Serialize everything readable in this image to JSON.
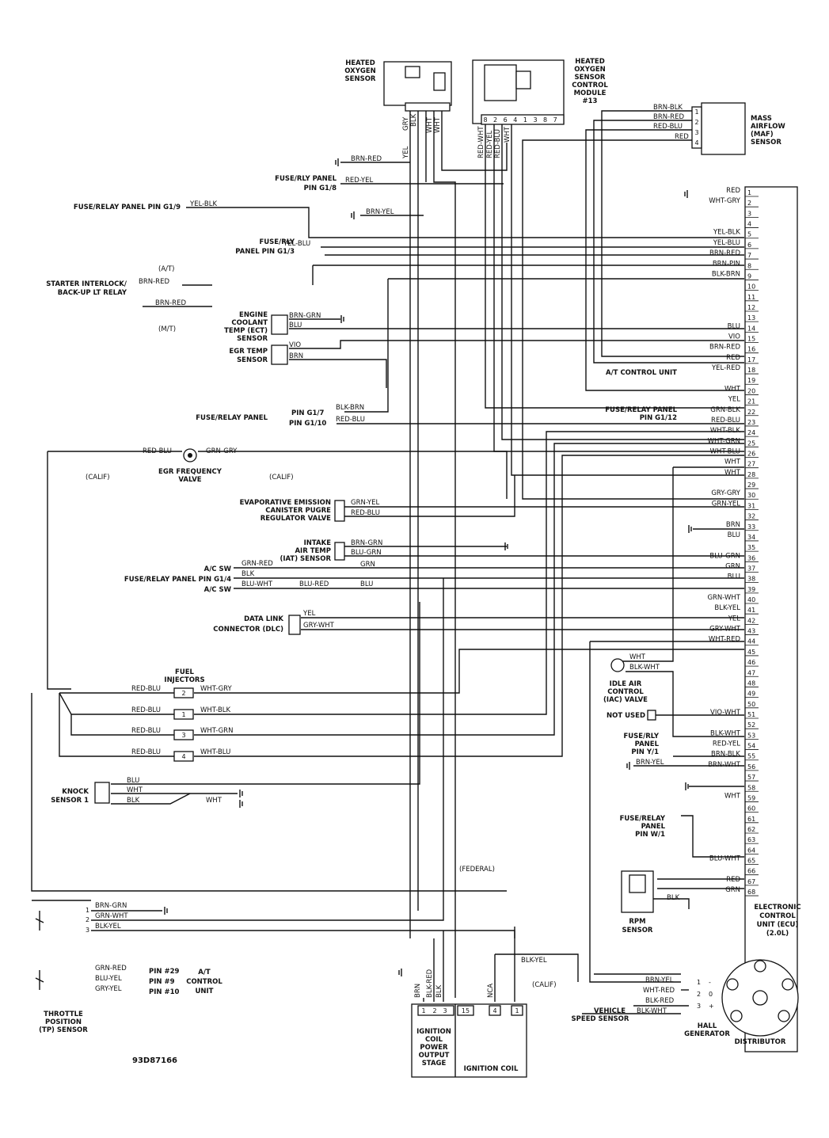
{
  "diagram_code": "93D87166",
  "ecu": {
    "label_lines": [
      "ELECTRONIC",
      "CONTROL",
      "UNIT (ECU)",
      "(2.0L)"
    ],
    "pin_count": 68,
    "wires": [
      {
        "pin": 1,
        "color": "RED"
      },
      {
        "pin": 2,
        "color": "WHT-GRY"
      },
      {
        "pin": 5,
        "color": "YEL-BLK"
      },
      {
        "pin": 6,
        "color": "YEL-BLU"
      },
      {
        "pin": 7,
        "color": "BRN-RED"
      },
      {
        "pin": 8,
        "color": "BRN-PIN"
      },
      {
        "pin": 9,
        "color": "BLK-BRN"
      },
      {
        "pin": 14,
        "color": "BLU"
      },
      {
        "pin": 15,
        "color": "VIO"
      },
      {
        "pin": 16,
        "color": "BRN-RED"
      },
      {
        "pin": 17,
        "color": "RED"
      },
      {
        "pin": 18,
        "color": "YEL-RED"
      },
      {
        "pin": 20,
        "color": "WHT"
      },
      {
        "pin": 21,
        "color": "YEL"
      },
      {
        "pin": 22,
        "color": "GRN-BLK"
      },
      {
        "pin": 23,
        "color": "RED-BLU"
      },
      {
        "pin": 24,
        "color": "WHT-BLK"
      },
      {
        "pin": 25,
        "color": "WHT-GRN"
      },
      {
        "pin": 26,
        "color": "WHT-BLU"
      },
      {
        "pin": 27,
        "color": "WHT"
      },
      {
        "pin": 28,
        "color": "WHT"
      },
      {
        "pin": 30,
        "color": "GRY-GRY"
      },
      {
        "pin": 31,
        "color": "GRN-YEL"
      },
      {
        "pin": 33,
        "color": "BRN"
      },
      {
        "pin": 34,
        "color": "BLU"
      },
      {
        "pin": 36,
        "color": "BLU-GRN"
      },
      {
        "pin": 37,
        "color": "GRN"
      },
      {
        "pin": 38,
        "color": "BLU"
      },
      {
        "pin": 40,
        "color": "GRN-WHT"
      },
      {
        "pin": 41,
        "color": "BLK-YEL"
      },
      {
        "pin": 42,
        "color": "YEL"
      },
      {
        "pin": 43,
        "color": "GRY-WHT"
      },
      {
        "pin": 44,
        "color": "WHT-RED"
      },
      {
        "pin": 51,
        "color": "VIO-WHT"
      },
      {
        "pin": 53,
        "color": "BLK-WHT"
      },
      {
        "pin": 54,
        "color": "RED-YEL"
      },
      {
        "pin": 55,
        "color": "BRN-BLK"
      },
      {
        "pin": 56,
        "color": "BRN-WHT"
      },
      {
        "pin": 59,
        "color": "WHT"
      },
      {
        "pin": 65,
        "color": "BLU-WHT"
      },
      {
        "pin": 67,
        "color": "RED"
      },
      {
        "pin": 68,
        "color": "GRN"
      }
    ]
  },
  "components": {
    "heated_oxygen_sensor": {
      "label_lines": [
        "HEATED",
        "OXYGEN",
        "SENSOR"
      ],
      "wires": [
        "GRY",
        "BLK",
        "WHT",
        "WHT"
      ],
      "side_wire": "YEL"
    },
    "ho2s_control_module": {
      "label_lines": [
        "HEATED",
        "OXYGEN",
        "SENSOR",
        "CONTROL",
        "MODULE",
        "#13"
      ],
      "pins": [
        "8",
        "2",
        "6",
        "4",
        "1",
        "3",
        "8",
        "7"
      ],
      "wires": [
        "RED-WHT",
        "RED-YEL",
        "RED-BLU",
        "WHT"
      ]
    },
    "maf_sensor": {
      "label_lines": [
        "MASS",
        "AIRFLOW",
        "(MAF)",
        "SENSOR"
      ],
      "pins": [
        "1",
        "2",
        "3",
        "4"
      ],
      "wires": [
        "BRN-BLK",
        "BRN-RED",
        "RED-BLU",
        "RED"
      ]
    },
    "ground_brn_red_top": "BRN-RED",
    "fuse_rly_g18": {
      "label_lines": [
        "FUSE/RLY PANEL",
        "PIN G1/8"
      ],
      "wire": "RED-YEL"
    },
    "fuse_relay_g19": {
      "label": "FUSE/RELAY PANEL PIN G1/9",
      "wire": "YEL-BLK"
    },
    "ground_brn_yel": "BRN-YEL",
    "fuse_rly_g13": {
      "label_lines": [
        "FUSE/RLY",
        "PANEL PIN G1/3"
      ],
      "wire": "YEL-BLU"
    },
    "starter_interlock": {
      "label_lines": [
        "STARTER INTERLOCK/",
        "BACK-UP LT RELAY"
      ],
      "at": "(A/T)",
      "mt": "(M/T)",
      "wires": [
        "BRN-RED",
        "BRN-RED"
      ]
    },
    "ect_sensor": {
      "label_lines": [
        "ENGINE",
        "COOLANT",
        "TEMP (ECT)",
        "SENSOR"
      ],
      "wires": [
        "BRN-GRN",
        "BLU"
      ]
    },
    "egr_temp_sensor": {
      "label_lines": [
        "EGR TEMP",
        "SENSOR"
      ],
      "wires": [
        "VIO",
        "BRN"
      ]
    },
    "at_control_unit": "A/T CONTROL UNIT",
    "fuse_relay_panel_mid": {
      "label": "FUSE/RELAY PANEL",
      "pins": [
        "PIN G1/7",
        "PIN G1/10"
      ],
      "wires": [
        "BLK-BRN",
        "RED-BLU"
      ]
    },
    "fuse_relay_g112": {
      "label_lines": [
        "FUSE/RELAY PANEL",
        "PIN G1/12"
      ]
    },
    "egr_frequency_valve": {
      "label_lines": [
        "EGR FREQUENCY",
        "VALVE"
      ],
      "wires": [
        "RED-BLU",
        "GRN-GRY"
      ],
      "calif_left": "(CALIF)",
      "calif_right": "(CALIF)"
    },
    "evap_valve": {
      "label_lines": [
        "EVAPORATIVE EMISSION",
        "CANISTER PUGRE",
        "REGULATOR VALVE"
      ],
      "wires": [
        "GRN-YEL",
        "RED-BLU"
      ]
    },
    "iat_sensor": {
      "label_lines": [
        "INTAKE",
        "AIR TEMP",
        "(IAT) SENSOR"
      ],
      "wires": [
        "BRN-GRN",
        "BLU-GRN"
      ],
      "side": "GRN"
    },
    "ac_sw_1": {
      "label": "A/C SW",
      "wire": "GRN-RED"
    },
    "fuse_relay_g14": {
      "label": "FUSE/RELAY PANEL PIN G1/4",
      "wire": "BLK"
    },
    "ac_sw_2": {
      "label": "A/C SW",
      "wires": [
        "BLU-WHT",
        "BLU-RED",
        "BLU"
      ]
    },
    "dlc": {
      "label_lines": [
        "DATA LINK",
        "CONNECTOR (DLC)"
      ],
      "wires": [
        "YEL",
        "GRY-WHT"
      ]
    },
    "iac_valve": {
      "label_lines": [
        "IDLE AIR",
        "CONTROL",
        "(IAC) VALVE"
      ],
      "wires": [
        "WHT",
        "BLK-WHT"
      ]
    },
    "not_used": "NOT USED",
    "fuel_injectors": {
      "label_lines": [
        "FUEL",
        "INJECTORS"
      ],
      "injectors": [
        {
          "num": "2",
          "left": "RED-BLU",
          "right": "WHT-GRY"
        },
        {
          "num": "1",
          "left": "RED-BLU",
          "right": "WHT-BLK"
        },
        {
          "num": "3",
          "left": "RED-BLU",
          "right": "WHT-GRN"
        },
        {
          "num": "4",
          "left": "RED-BLU",
          "right": "WHT-BLU"
        }
      ]
    },
    "fuse_rly_y1": {
      "label_lines": [
        "FUSE/RLY",
        "PANEL",
        "PIN Y/1"
      ]
    },
    "ground_brn_yel_2": "BRN-YEL",
    "knock_sensor": {
      "label_lines": [
        "KNOCK",
        "SENSOR 1"
      ],
      "wires": [
        "BLU",
        "WHT",
        "BLK"
      ],
      "shield": "WHT"
    },
    "fuse_relay_w1": {
      "label_lines": [
        "FUSE/RELAY",
        "PANEL",
        "PIN W/1"
      ]
    },
    "rpm_sensor": {
      "label_lines": [
        "RPM",
        "SENSOR"
      ],
      "wire": "BLK"
    },
    "federal": "(FEDERAL)",
    "tp_sensor": {
      "label_lines": [
        "THROTTLE",
        "POSITION",
        "(TP) SENSOR"
      ],
      "pins": [
        "1",
        "2",
        "3"
      ],
      "wires": [
        "BRN-GRN",
        "GRN-WHT",
        "BLK-YEL"
      ]
    },
    "tp_at": {
      "wires": [
        "GRN-RED",
        "BLU-YEL",
        "GRY-YEL"
      ],
      "pins": [
        "PIN #29",
        "PIN #9",
        "PIN #10"
      ],
      "label_lines": [
        "A/T",
        "CONTROL",
        "UNIT"
      ]
    },
    "ignition": {
      "power_stage_lines": [
        "IGNITION",
        "COIL",
        "POWER",
        "OUTPUT",
        "STAGE"
      ],
      "coil": "IGNITION COIL",
      "pins": [
        "1",
        "2",
        "3",
        "15",
        "4",
        "1"
      ],
      "wires": [
        "BRN",
        "BLK-RED",
        "BLK",
        "NCA"
      ],
      "calif": "(CALIF)",
      "blk_yel": "BLK-YEL"
    },
    "distributor": {
      "label": "DISTRIBUTOR",
      "hall_lines": [
        "HALL",
        "GENERATOR"
      ],
      "pins": [
        "1",
        "2",
        "3"
      ],
      "signs": [
        "-",
        "0",
        "+"
      ],
      "wires": [
        "BRN-YEL",
        "WHT-RED",
        "BLK-RED"
      ]
    },
    "vss": {
      "label_lines": [
        "VEHICLE",
        "SPEED SENSOR"
      ],
      "wire": "BLK-WHT"
    }
  }
}
